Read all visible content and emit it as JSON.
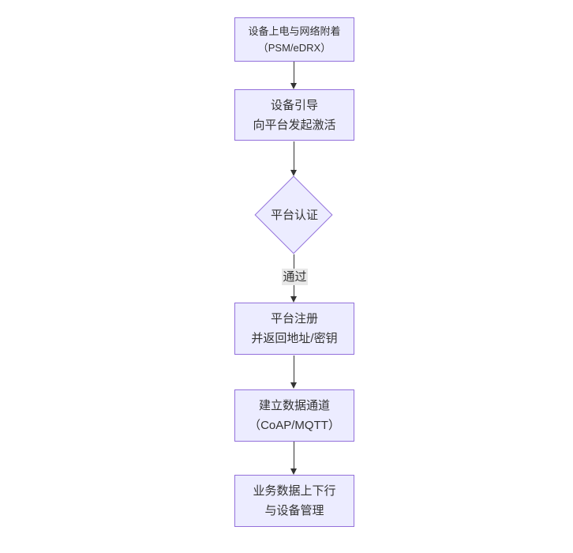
{
  "diagram": {
    "type": "flowchart",
    "direction": "top-down",
    "colors": {
      "background": "#ffffff",
      "node_fill": "#ECECFF",
      "node_border": "#9370DB",
      "edge_line": "#333333",
      "text": "#333333",
      "edge_label_bg": "#e8e8e8"
    },
    "nodes": [
      {
        "id": "n1",
        "shape": "rectangle",
        "lines": [
          "设备上电与网络附着",
          "（PSM/eDRX）"
        ]
      },
      {
        "id": "n2",
        "shape": "rectangle",
        "lines": [
          "设备引导",
          "向平台发起激活"
        ]
      },
      {
        "id": "n3",
        "shape": "diamond",
        "lines": [
          "平台认证"
        ]
      },
      {
        "id": "n4",
        "shape": "rectangle",
        "lines": [
          "平台注册",
          "并返回地址/密钥"
        ]
      },
      {
        "id": "n5",
        "shape": "rectangle",
        "lines": [
          "建立数据通道",
          "（CoAP/MQTT）"
        ]
      },
      {
        "id": "n6",
        "shape": "rectangle",
        "lines": [
          "业务数据上下行",
          "与设备管理"
        ]
      }
    ],
    "edges": [
      {
        "from": "n1",
        "to": "n2",
        "label": ""
      },
      {
        "from": "n2",
        "to": "n3",
        "label": ""
      },
      {
        "from": "n3",
        "to": "n4",
        "label": "通过"
      },
      {
        "from": "n4",
        "to": "n5",
        "label": ""
      },
      {
        "from": "n5",
        "to": "n6",
        "label": ""
      }
    ]
  }
}
